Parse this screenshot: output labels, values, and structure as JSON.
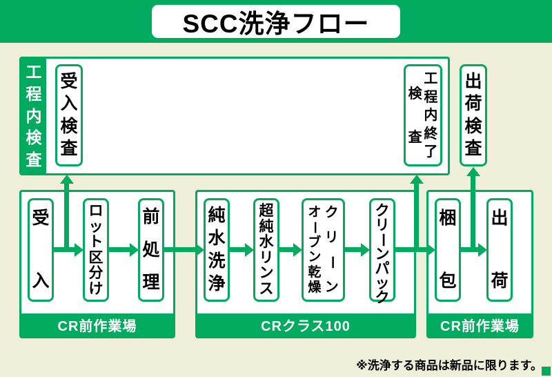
{
  "title": "SCC洗浄フロー",
  "colors": {
    "green": "#00aa5e",
    "background": "#f0efda",
    "box_background": "#ffffff",
    "text": "#000000"
  },
  "inspection": {
    "side_label": "工程内検査",
    "receiving": "受入検査",
    "process_end_lines": [
      "工程内終了",
      "検査"
    ],
    "shipping": "出荷検査"
  },
  "groups": [
    {
      "footer": "CR前作業場",
      "boxes": [
        {
          "label": "受入"
        },
        {
          "label": "ロット区分け"
        },
        {
          "label": "前処理"
        }
      ]
    },
    {
      "footer": "CRクラス100",
      "boxes": [
        {
          "label": "純水洗浄"
        },
        {
          "label": "超純水リンス"
        },
        {
          "lines": [
            "クリーン",
            "オーブン乾燥"
          ]
        },
        {
          "label": "クリーンパック"
        }
      ]
    },
    {
      "footer": "CR前作業場",
      "boxes": [
        {
          "label": "梱包"
        },
        {
          "label": "出荷"
        }
      ]
    }
  ],
  "footnote": "※洗浄する商品は新品に限ります。"
}
